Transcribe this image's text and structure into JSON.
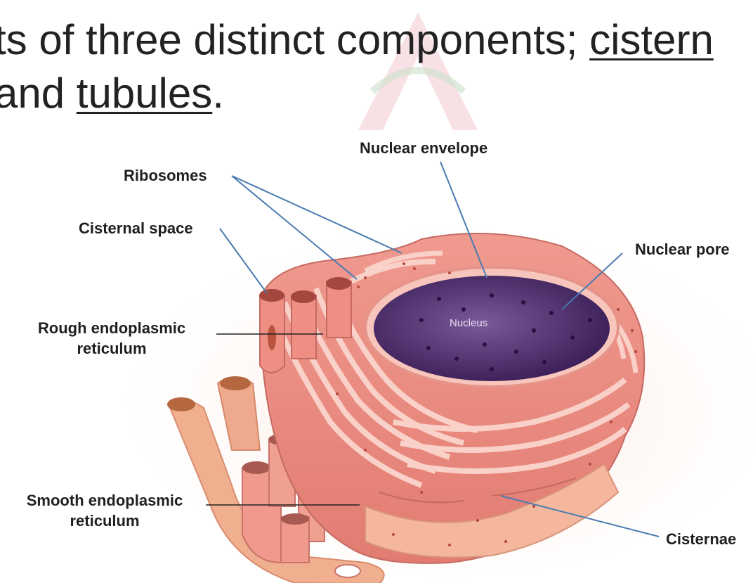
{
  "slide": {
    "line1_prefix": "ts of three distinct components; ",
    "line1_link": "cistern",
    "line2_prefix": "and ",
    "line2_link": "tubules",
    "line2_suffix": "."
  },
  "diagram": {
    "labels": {
      "nuclear_envelope": "Nuclear envelope",
      "ribosomes": "Ribosomes",
      "cisternal_space": "Cisternal space",
      "nuclear_pore": "Nuclear pore",
      "rough_er_line1": "Rough endoplasmic",
      "rough_er_line2": "reticulum",
      "smooth_er_line1": "Smooth endoplasmic",
      "smooth_er_line2": "reticulum",
      "cisternae": "Cisternae",
      "nucleus": "Nucleus"
    },
    "colors": {
      "er": "#e9877e",
      "er_light": "#f6b7ab",
      "er_dark": "#b85a52",
      "nucleus": "#4b2768",
      "pointer": "#4a7bb0"
    }
  }
}
